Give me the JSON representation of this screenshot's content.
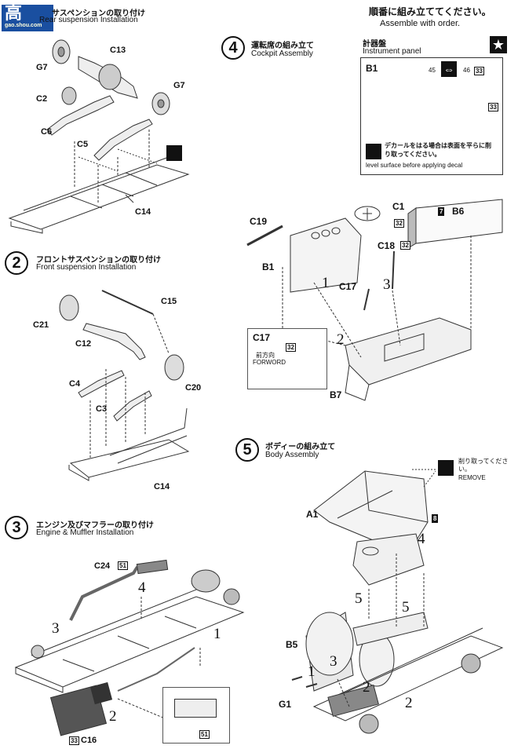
{
  "header": {
    "logo_text": "高",
    "logo_sub": "gao.shou.com",
    "order_jp": "順番に組み立ててください。",
    "order_en": "Assemble with order."
  },
  "step1": {
    "title_jp": "サスペンションの取り付け",
    "title_en": "Rear suspension Installation",
    "parts": [
      "G7",
      "C13",
      "G7",
      "C2",
      "C6",
      "C5",
      "C14"
    ]
  },
  "step2": {
    "number": "2",
    "title_jp": "フロントサスペンションの取り付け",
    "title_en": "Front suspension Installation",
    "parts": [
      "C15",
      "C21",
      "C12",
      "C4",
      "C3",
      "C20",
      "C14"
    ]
  },
  "step3": {
    "number": "3",
    "title_jp": "エンジン及びマフラーの取り付け",
    "title_en": "Engine & Muffler Installation",
    "parts": [
      "C24",
      "C16"
    ],
    "tags": [
      "51",
      "33",
      "51"
    ],
    "seq": [
      "4",
      "3",
      "1",
      "2"
    ]
  },
  "step4": {
    "number": "4",
    "title_jp": "運転席の組み立て",
    "title_en": "Cockpit Assembly",
    "panel": {
      "title_jp": "計器盤",
      "title_en": "Instrument panel",
      "part": "B1",
      "decals": [
        "45",
        "46",
        "33",
        "33"
      ],
      "note_jp": "デカールをはる場合は表面を平らに削り取ってください。",
      "note_en": "level surface before applying decal"
    },
    "parts": [
      "C1",
      "B6",
      "C19",
      "C18",
      "B1",
      "C17",
      "B7"
    ],
    "tags": [
      "32",
      "7",
      "32"
    ],
    "seq": [
      "1",
      "3",
      "2"
    ],
    "c17_box": {
      "part": "C17",
      "tag": "32",
      "dir_jp": "前方向",
      "dir_en": "FORWORD"
    }
  },
  "step5": {
    "number": "5",
    "title_jp": "ボディーの組み立て",
    "title_en": "Body Assembly",
    "remove_jp": "削り取ってください。",
    "remove_en": "REMOVE",
    "parts": [
      "A1",
      "B5",
      "G1"
    ],
    "tags": [
      "8"
    ],
    "seq": [
      "4",
      "5",
      "5",
      "1",
      "3",
      "2",
      "2"
    ]
  }
}
